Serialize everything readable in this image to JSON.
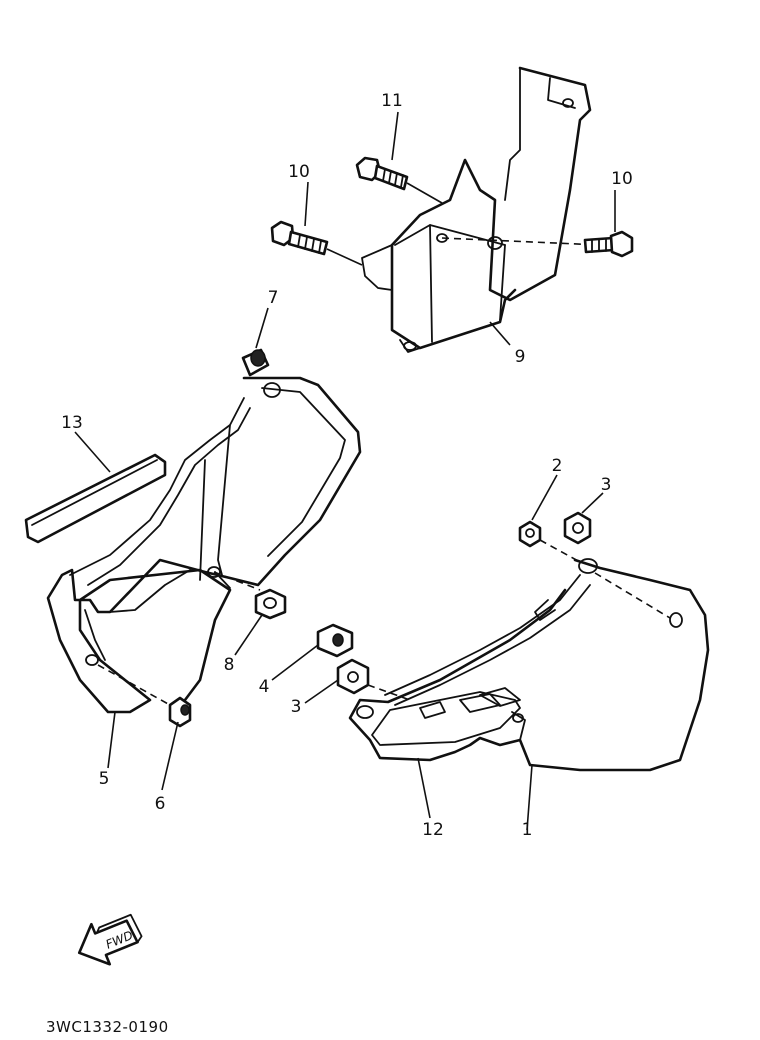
{
  "callouts": [
    {
      "id": "c1",
      "label": "1"
    },
    {
      "id": "c2",
      "label": "2"
    },
    {
      "id": "c3a",
      "label": "3"
    },
    {
      "id": "c3b",
      "label": "3"
    },
    {
      "id": "c4",
      "label": "4"
    },
    {
      "id": "c5",
      "label": "5"
    },
    {
      "id": "c6",
      "label": "6"
    },
    {
      "id": "c7",
      "label": "7"
    },
    {
      "id": "c8",
      "label": "8"
    },
    {
      "id": "c9",
      "label": "9"
    },
    {
      "id": "c10a",
      "label": "10"
    },
    {
      "id": "c10b",
      "label": "10"
    },
    {
      "id": "c11",
      "label": "11"
    },
    {
      "id": "c12",
      "label": "12"
    },
    {
      "id": "c13",
      "label": "13"
    }
  ],
  "fwd_label": "FWD",
  "diagram_code": "3WC1332-0190"
}
